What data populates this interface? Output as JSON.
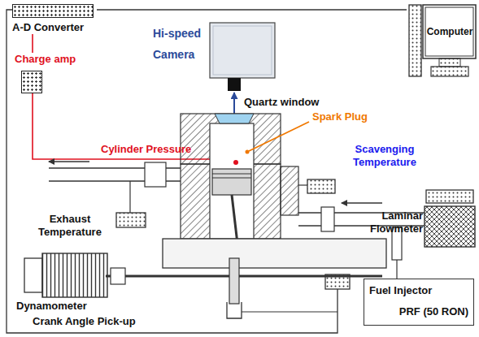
{
  "diagram": {
    "nodes": [
      {
        "text": [
          "A-D Converter"
        ]
      },
      {
        "text": [
          "Computer"
        ]
      },
      {
        "text": [
          "Charge amp"
        ]
      },
      {
        "text": [
          "Hi-speed Camera"
        ]
      },
      {
        "text": [
          "Laminar Flowmeter"
        ]
      },
      {
        "text": [
          "Fuel Injector",
          "PRF (50 RON)"
        ]
      }
    ],
    "edges": [
      {
        "from": 2,
        "to": 0,
        "arrow": "none"
      },
      {
        "from": 0,
        "to": 1,
        "arrow": "none"
      }
    ],
    "labels": [
      "Cylinder Pressure",
      "Quartz window",
      "Spark Plug",
      "Scavenging Temperature",
      "Exhaust Temperature",
      "Dynamometer",
      "Crank Angle Pick-up"
    ]
  }
}
